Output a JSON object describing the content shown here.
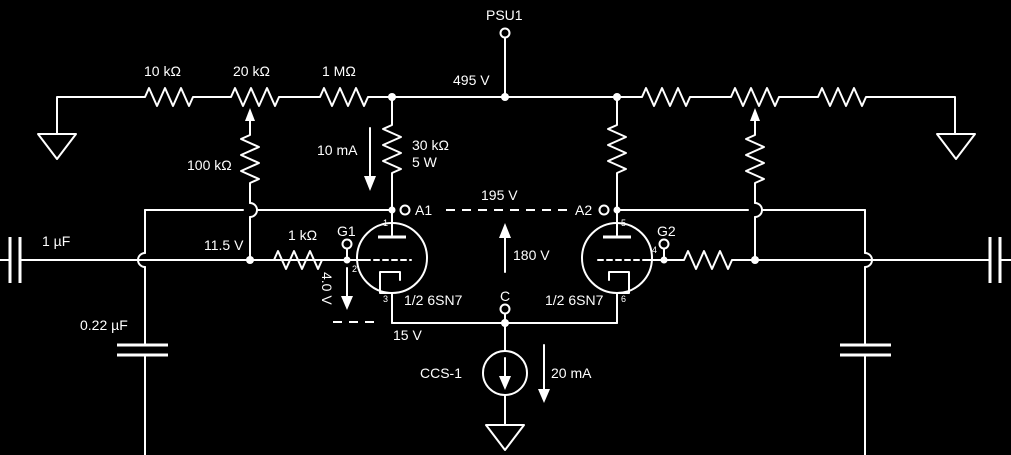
{
  "labels": {
    "psu": "PSU1",
    "supply_voltage": "495 V",
    "r_divider_left": "10 kΩ",
    "pot_left": "20 kΩ",
    "r_series": "1 MΩ",
    "r_wiper": "100 kΩ",
    "plate_current": "10 mA",
    "r_plate": "30 kΩ",
    "r_plate_power": "5 W",
    "anode_left": "A1",
    "anode_right": "A2",
    "anode_voltage": "195 V",
    "bias_voltage": "11.5 V",
    "grid_stopper": "1 kΩ",
    "grid_left": "G1",
    "grid_right": "G2",
    "grid_cathode_voltage": "4.0 V",
    "plate_cathode_voltage": "180 V",
    "cathode_node": "C",
    "tube_left": "1/2 6SN7",
    "tube_right": "1/2 6SN7",
    "cathode_voltage": "15 V",
    "coupling_cap": "1 µF",
    "bypass_cap": "0.22 µF",
    "ccs": "CCS-1",
    "ccs_current": "20 mA",
    "pin_1": "1",
    "pin_2": "2",
    "pin_3": "3",
    "pin_4": "4",
    "pin_5": "5",
    "pin_6": "6"
  }
}
